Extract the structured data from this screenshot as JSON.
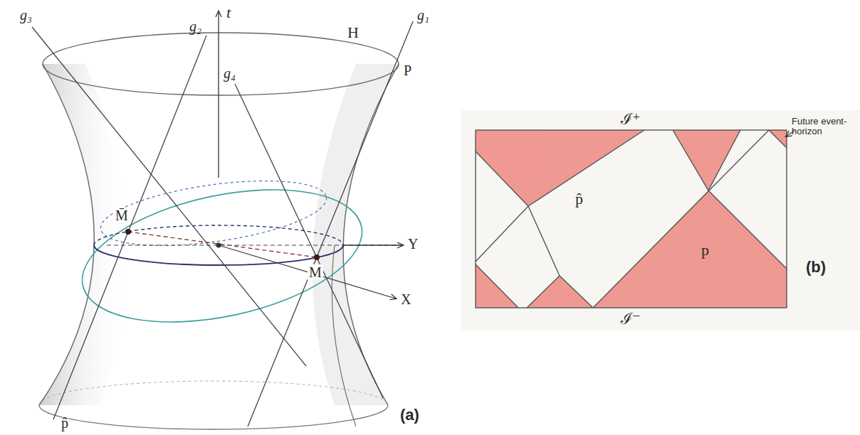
{
  "diagram": {
    "labels": [
      "t",
      "g₂",
      "g₃",
      "g₁",
      "H",
      "P",
      "g₄",
      "M̄",
      "Y",
      "M",
      "X",
      "p̂",
      "(a)",
      "ℐ⁺",
      "Future event-horizon",
      "p̂",
      "p",
      "(b)",
      "ℐ⁻"
    ]
  }
}
